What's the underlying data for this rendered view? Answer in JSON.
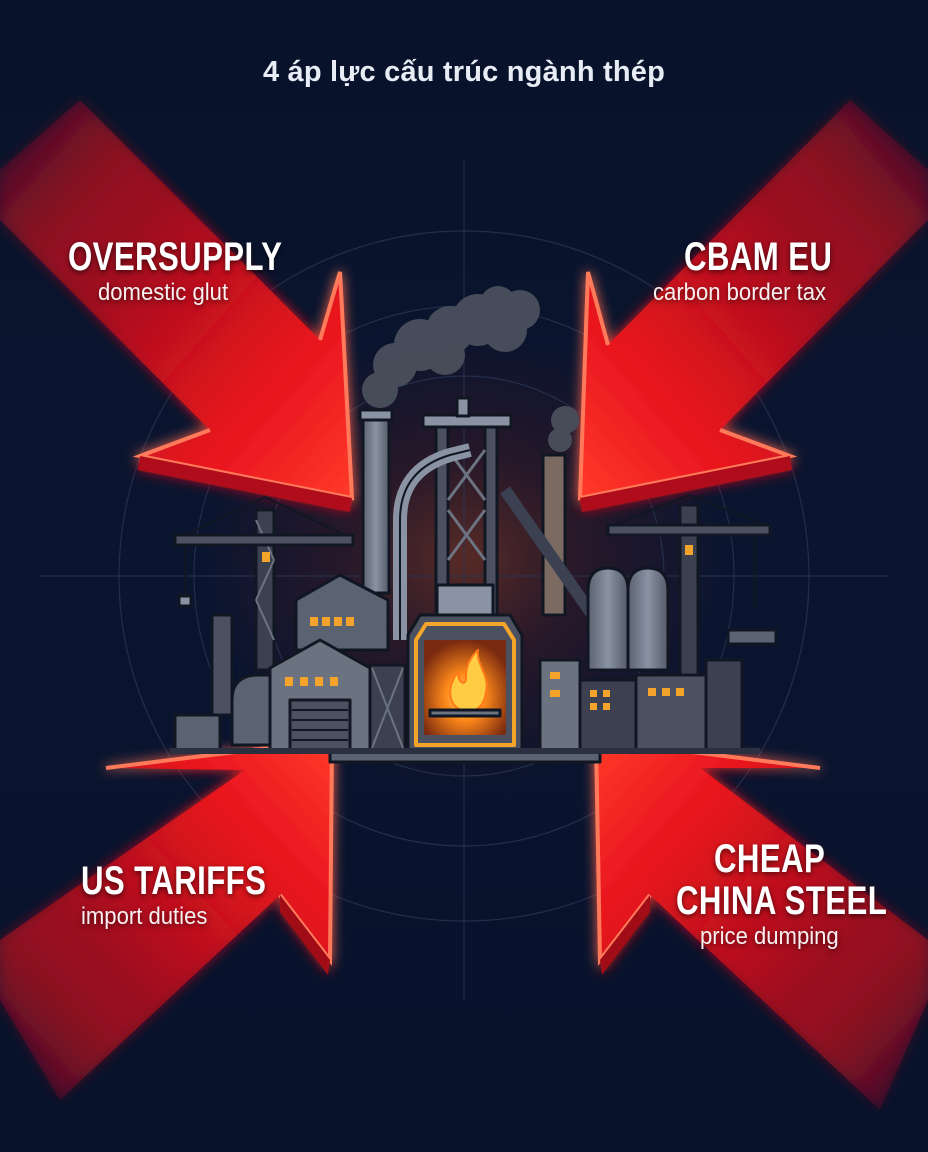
{
  "title": "4 áp lực cấu trúc ngành thép",
  "pressures": [
    {
      "id": "oversupply",
      "position": "top-left",
      "direction": "down-right",
      "heading": "OVERSUPPLY",
      "subtitle": "domestic glut"
    },
    {
      "id": "cbam",
      "position": "top-right",
      "direction": "down-left",
      "heading": "CBAM EU",
      "subtitle": "carbon border tax"
    },
    {
      "id": "tariffs",
      "position": "bottom-left",
      "direction": "up-right",
      "heading": "US TARIFFS",
      "subtitle": "import duties"
    },
    {
      "id": "china",
      "position": "bottom-right",
      "direction": "up-left",
      "heading_lines": [
        "CHEAP",
        "CHINA STEEL"
      ],
      "subtitle": "price dumping"
    }
  ],
  "center_illustration": {
    "subject": "steel-mill-factory",
    "elements": [
      "blast-furnace",
      "smokestacks",
      "smoke-cloud",
      "cranes",
      "silos",
      "warehouses",
      "fire-furnace"
    ]
  },
  "colors": {
    "background": "#0b1428",
    "arrow_red": "#e8141e",
    "arrow_highlight": "#ff6a4a",
    "text": "#ffffff",
    "fire": "#ff9a1a",
    "steel_gray": "#6b7280"
  }
}
